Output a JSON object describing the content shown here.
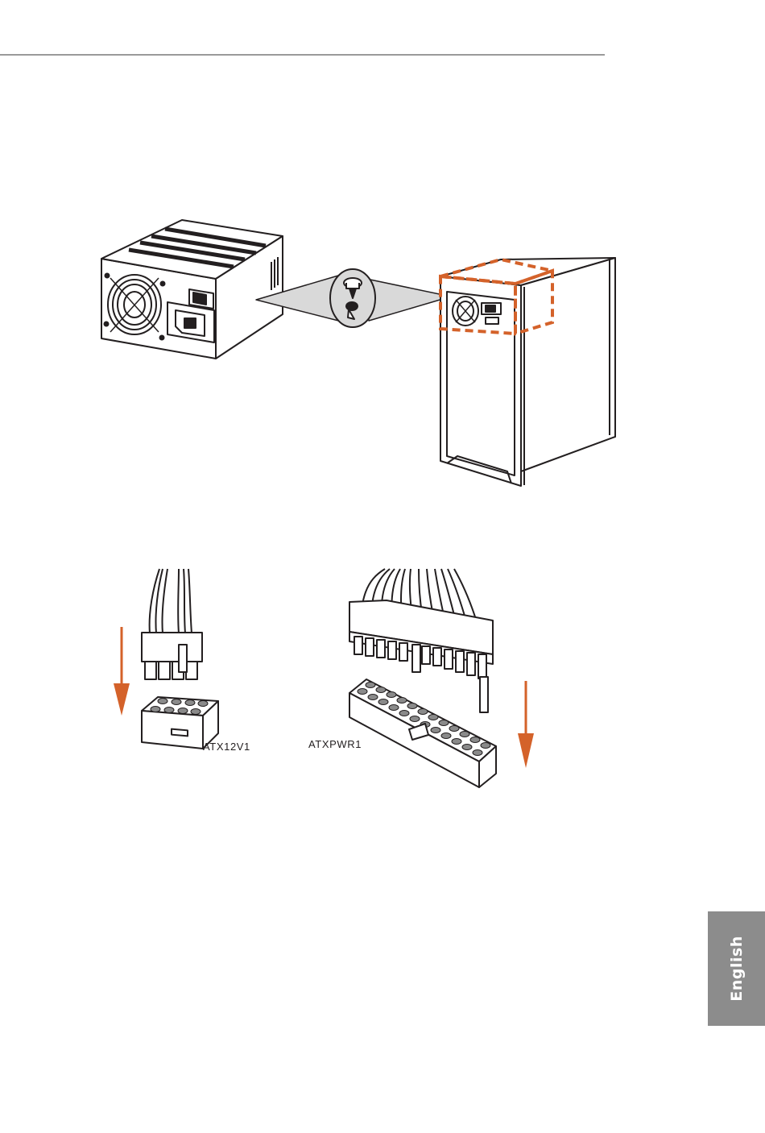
{
  "connectors": {
    "atx12v1_label": "ATX12V1",
    "atxpwr1_label": "ATXPWR1"
  },
  "side_tab": {
    "language": "English"
  },
  "colors": {
    "accent": "#d4622a",
    "tab_bg": "#8c8c8c",
    "rule": "#9a9a9a"
  },
  "icons": [
    "power-supply-icon",
    "screw-icon",
    "pc-case-icon",
    "atx12v-connector-icon",
    "atx24pin-connector-icon",
    "down-arrow-icon"
  ]
}
